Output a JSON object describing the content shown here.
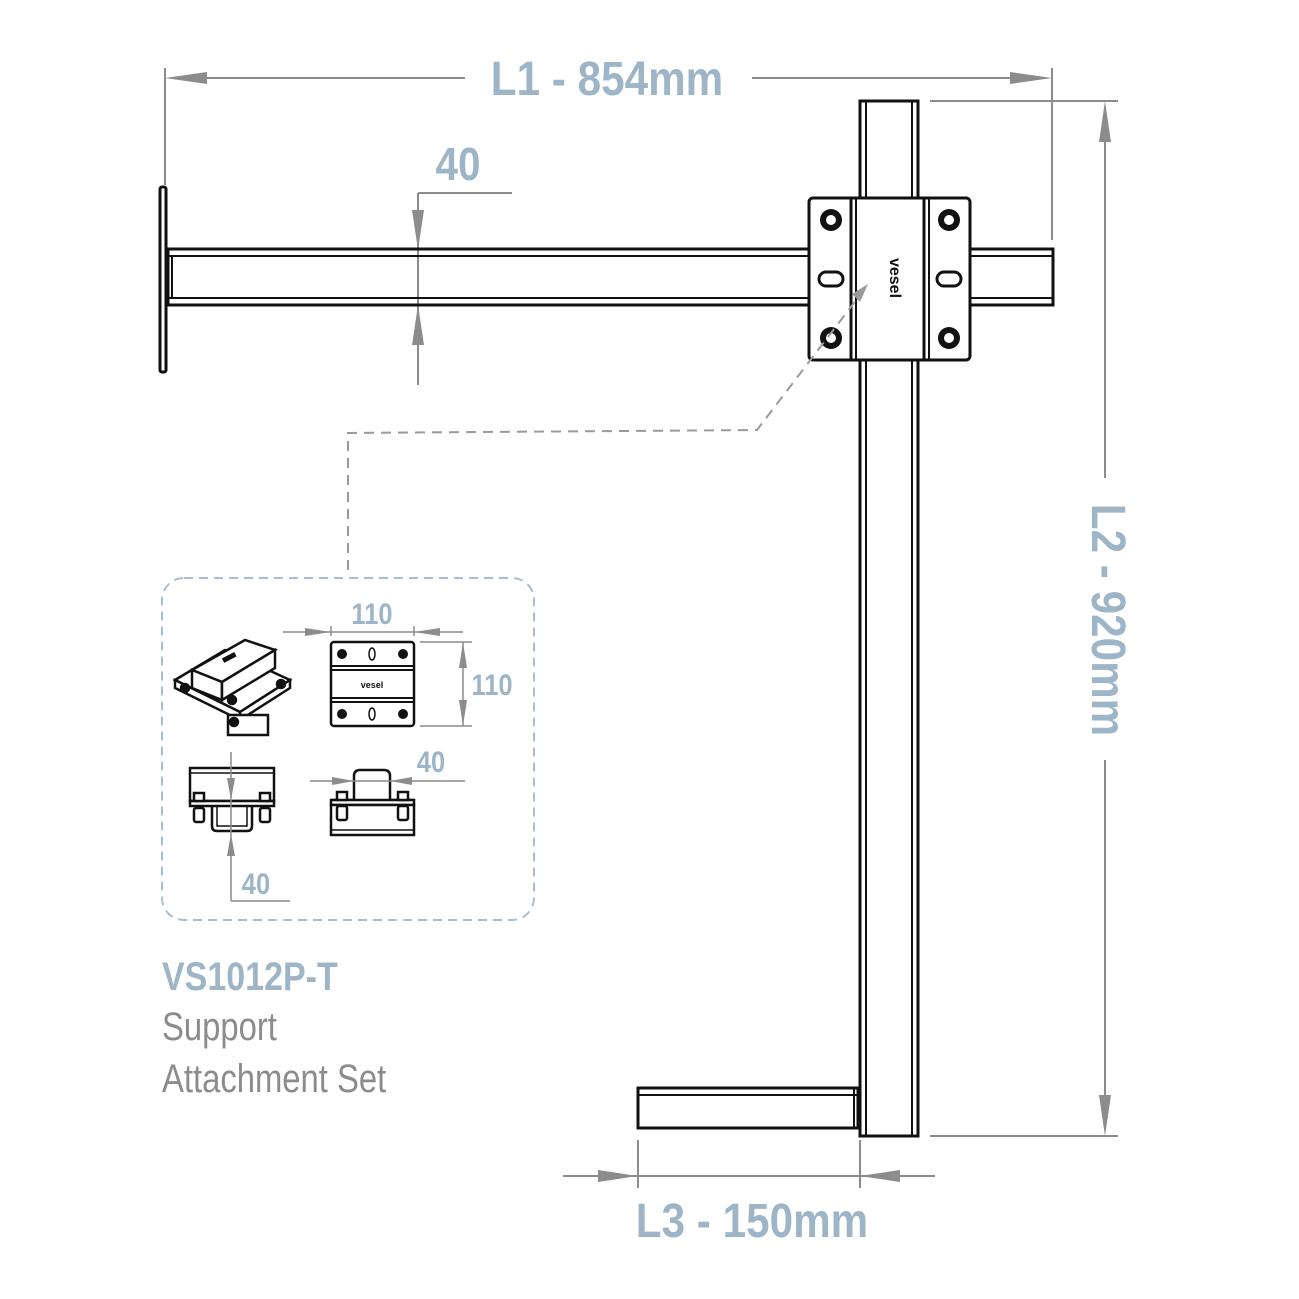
{
  "dimensions": {
    "l1": "L1 - 854mm",
    "l2": "L2 - 920mm",
    "l3": "L3 - 150mm",
    "profile_height": "40"
  },
  "detail": {
    "plate_width": "110",
    "plate_height": "110",
    "front_depth": "40",
    "side_width": "40",
    "logo_text": "vesel"
  },
  "product": {
    "model": "VS1012P-T",
    "name_line1": "Support",
    "name_line2": "Attachment Set"
  },
  "colors": {
    "dimension_text": "#9db5c7",
    "dimension_line": "#8c8c8c",
    "outline": "#111111",
    "callout_border": "#a9bfd0"
  }
}
